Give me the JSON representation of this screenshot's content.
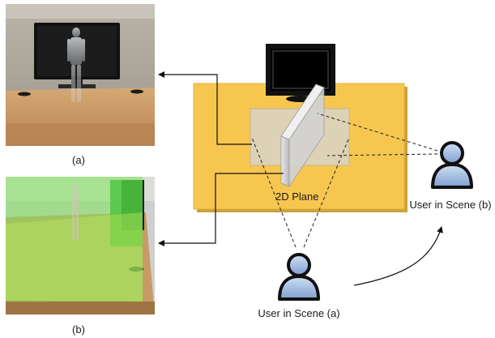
{
  "photo_captions": {
    "top": "(a)",
    "bottom": "(b)"
  },
  "scene": {
    "plane_label": "2D Plane",
    "user_a_label": "User in Scene (a)",
    "user_b_label": "User in Scene (b)"
  },
  "colors": {
    "table_fill": "#f7c64f",
    "table_edge": "#c9a23a",
    "plane_overlay": "#7ee55a",
    "user_fill": "#a9c3e6",
    "user_outline": "#101010"
  },
  "icons": {
    "user": "user-silhouette-icon",
    "monitor": "monitor-icon"
  }
}
